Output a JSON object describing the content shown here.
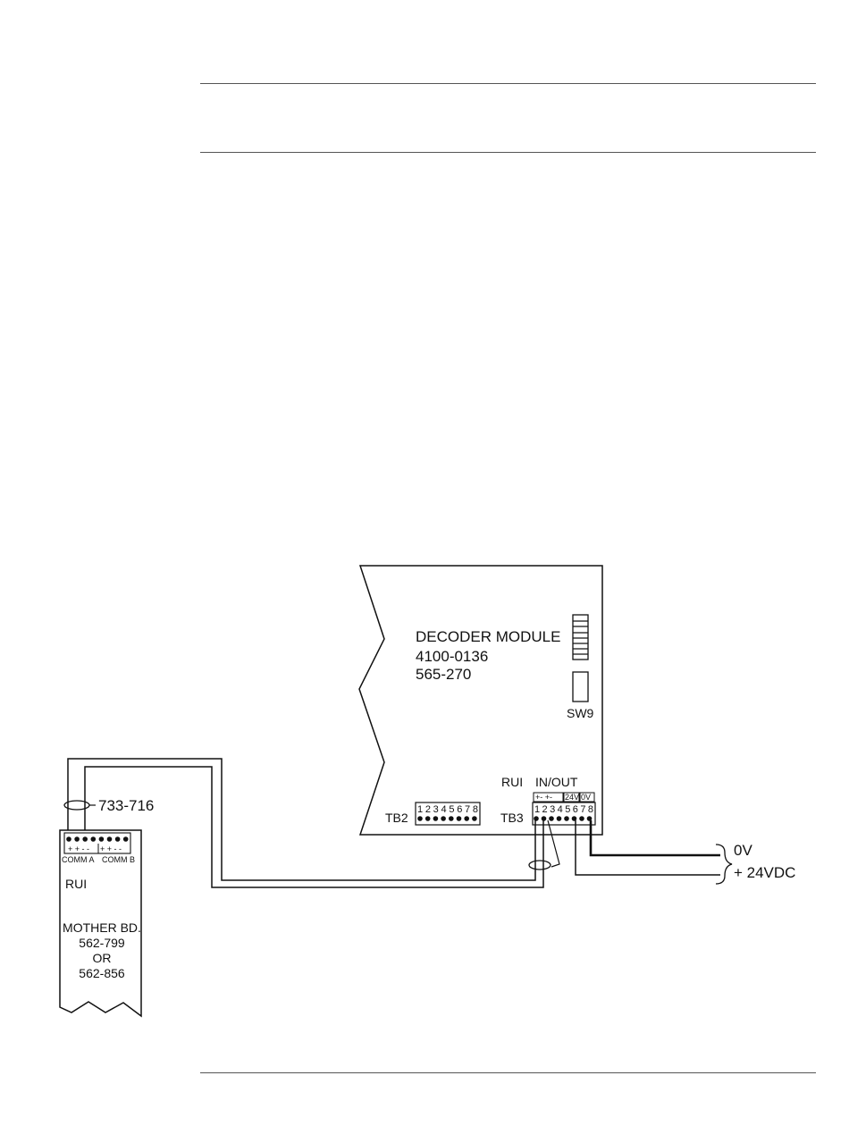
{
  "decoder_module": {
    "title": "DECODER MODULE",
    "part_1": "4100-0136",
    "part_2": "565-270",
    "switch_label": "SW9",
    "tb2_label": "TB2",
    "tb2_pins": "12345678",
    "tb3_label": "TB3",
    "tb3_pins": "12345678",
    "rui_label": "RUI",
    "inout_label": "IN/OUT",
    "pin_polarity": "+- +-",
    "pin_24v": "24V",
    "pin_0v": "0V"
  },
  "cable": {
    "label": "733-716"
  },
  "rui_board": {
    "pin_polarity_a": "+ + - -",
    "pin_polarity_b": "+ + - -",
    "comm_a": "COMM A",
    "comm_b": "COMM B",
    "rui": "RUI",
    "mother_bd": "MOTHER BD.",
    "part_1": "562-799",
    "or": "OR",
    "part_2": "562-856"
  },
  "power": {
    "zero_v": "0V",
    "plus_24v": "+ 24VDC"
  }
}
